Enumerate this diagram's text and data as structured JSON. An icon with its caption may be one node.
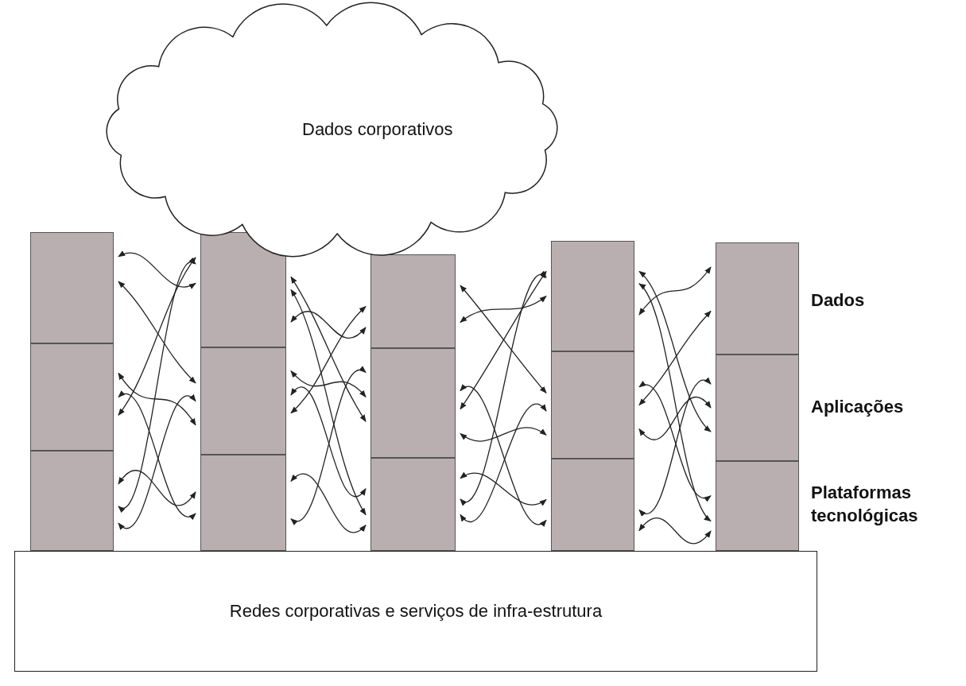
{
  "diagram": {
    "nodes": [
      {
        "text": [
          "Dados corporativos"
        ]
      },
      {
        "text": [],
        "shape": "box"
      },
      {
        "text": [],
        "shape": "box"
      },
      {
        "text": [],
        "shape": "box"
      },
      {
        "text": [],
        "shape": "box"
      },
      {
        "text": [],
        "shape": "box"
      },
      {
        "text": [],
        "shape": "box"
      },
      {
        "text": [],
        "shape": "box"
      },
      {
        "text": [],
        "shape": "box"
      },
      {
        "text": [],
        "shape": "box"
      },
      {
        "text": [],
        "shape": "box"
      },
      {
        "text": [],
        "shape": "box"
      },
      {
        "text": [],
        "shape": "box"
      },
      {
        "text": [],
        "shape": "box"
      },
      {
        "text": [],
        "shape": "box"
      },
      {
        "text": [],
        "shape": "box"
      },
      {
        "text": [
          "Redes corporativas e serviços de infra-estrutura"
        ]
      }
    ],
    "edges": [
      {
        "from": 1,
        "to": 4,
        "arrow": "both"
      },
      {
        "from": 1,
        "to": 5,
        "arrow": "both"
      },
      {
        "from": 2,
        "to": 4,
        "arrow": "both"
      },
      {
        "from": 2,
        "to": 5,
        "arrow": "both"
      },
      {
        "from": 2,
        "to": 6,
        "arrow": "both"
      },
      {
        "from": 3,
        "to": 5,
        "arrow": "both"
      },
      {
        "from": 3,
        "to": 6,
        "arrow": "both"
      },
      {
        "from": 3,
        "to": 4,
        "arrow": "both"
      },
      {
        "from": 4,
        "to": 7,
        "arrow": "both"
      },
      {
        "from": 4,
        "to": 8,
        "arrow": "both"
      },
      {
        "from": 5,
        "to": 7,
        "arrow": "both"
      },
      {
        "from": 5,
        "to": 8,
        "arrow": "both"
      },
      {
        "from": 5,
        "to": 9,
        "arrow": "both"
      },
      {
        "from": 6,
        "to": 8,
        "arrow": "both"
      },
      {
        "from": 6,
        "to": 9,
        "arrow": "both"
      },
      {
        "from": 4,
        "to": 9,
        "arrow": "both"
      },
      {
        "from": 7,
        "to": 10,
        "arrow": "both"
      },
      {
        "from": 7,
        "to": 11,
        "arrow": "both"
      },
      {
        "from": 8,
        "to": 10,
        "arrow": "both"
      },
      {
        "from": 8,
        "to": 11,
        "arrow": "both"
      },
      {
        "from": 8,
        "to": 12,
        "arrow": "both"
      },
      {
        "from": 9,
        "to": 11,
        "arrow": "both"
      },
      {
        "from": 9,
        "to": 12,
        "arrow": "both"
      },
      {
        "from": 9,
        "to": 10,
        "arrow": "both"
      },
      {
        "from": 10,
        "to": 13,
        "arrow": "both"
      },
      {
        "from": 10,
        "to": 14,
        "arrow": "both"
      },
      {
        "from": 11,
        "to": 13,
        "arrow": "both"
      },
      {
        "from": 11,
        "to": 14,
        "arrow": "both"
      },
      {
        "from": 11,
        "to": 15,
        "arrow": "both"
      },
      {
        "from": 12,
        "to": 14,
        "arrow": "both"
      },
      {
        "from": 12,
        "to": 15,
        "arrow": "both"
      },
      {
        "from": 10,
        "to": 15,
        "arrow": "both"
      }
    ],
    "labels": [
      "Dados",
      "Aplicações",
      "Plataformas tecnológicas"
    ]
  }
}
